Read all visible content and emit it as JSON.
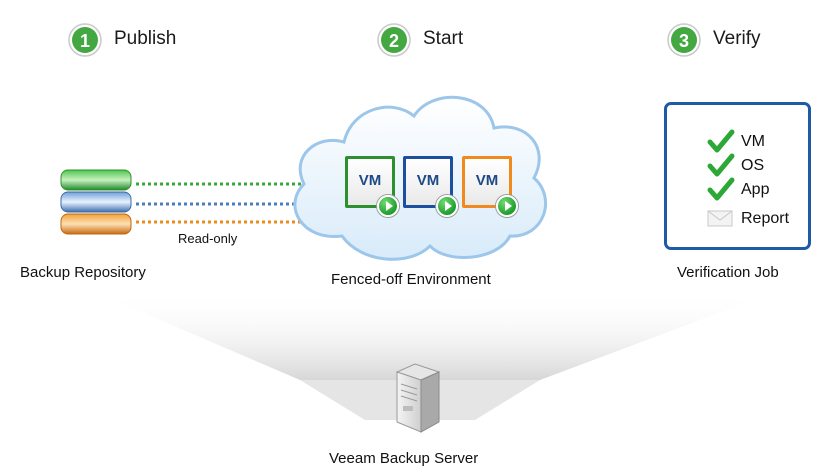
{
  "steps": [
    {
      "number": "1",
      "title": "Publish"
    },
    {
      "number": "2",
      "title": "Start"
    },
    {
      "number": "3",
      "title": "Verify"
    }
  ],
  "repository": {
    "label": "Backup Repository",
    "access_label": "Read-only",
    "disk_colors": [
      "#2fae3a",
      "#5c8fc9",
      "#e58b22"
    ]
  },
  "environment": {
    "label": "Fenced-off Environment",
    "vms": [
      {
        "label": "VM",
        "color": "#2d8f2d"
      },
      {
        "label": "VM",
        "color": "#1d4fa0"
      },
      {
        "label": "VM",
        "color": "#f08a1c"
      }
    ]
  },
  "verification": {
    "label": "Verification Job",
    "checks": [
      {
        "label": "VM",
        "icon": "checkmark-icon"
      },
      {
        "label": "OS",
        "icon": "checkmark-icon"
      },
      {
        "label": "App",
        "icon": "checkmark-icon"
      },
      {
        "label": "Report",
        "icon": "envelope-icon"
      }
    ]
  },
  "server": {
    "label": "Veeam Backup Server",
    "icon": "server-icon"
  },
  "colors": {
    "step_badge": "#43a841",
    "panel_border": "#1f5aa6",
    "cloud_border": "#9cc6ea",
    "check": "#2da836"
  }
}
